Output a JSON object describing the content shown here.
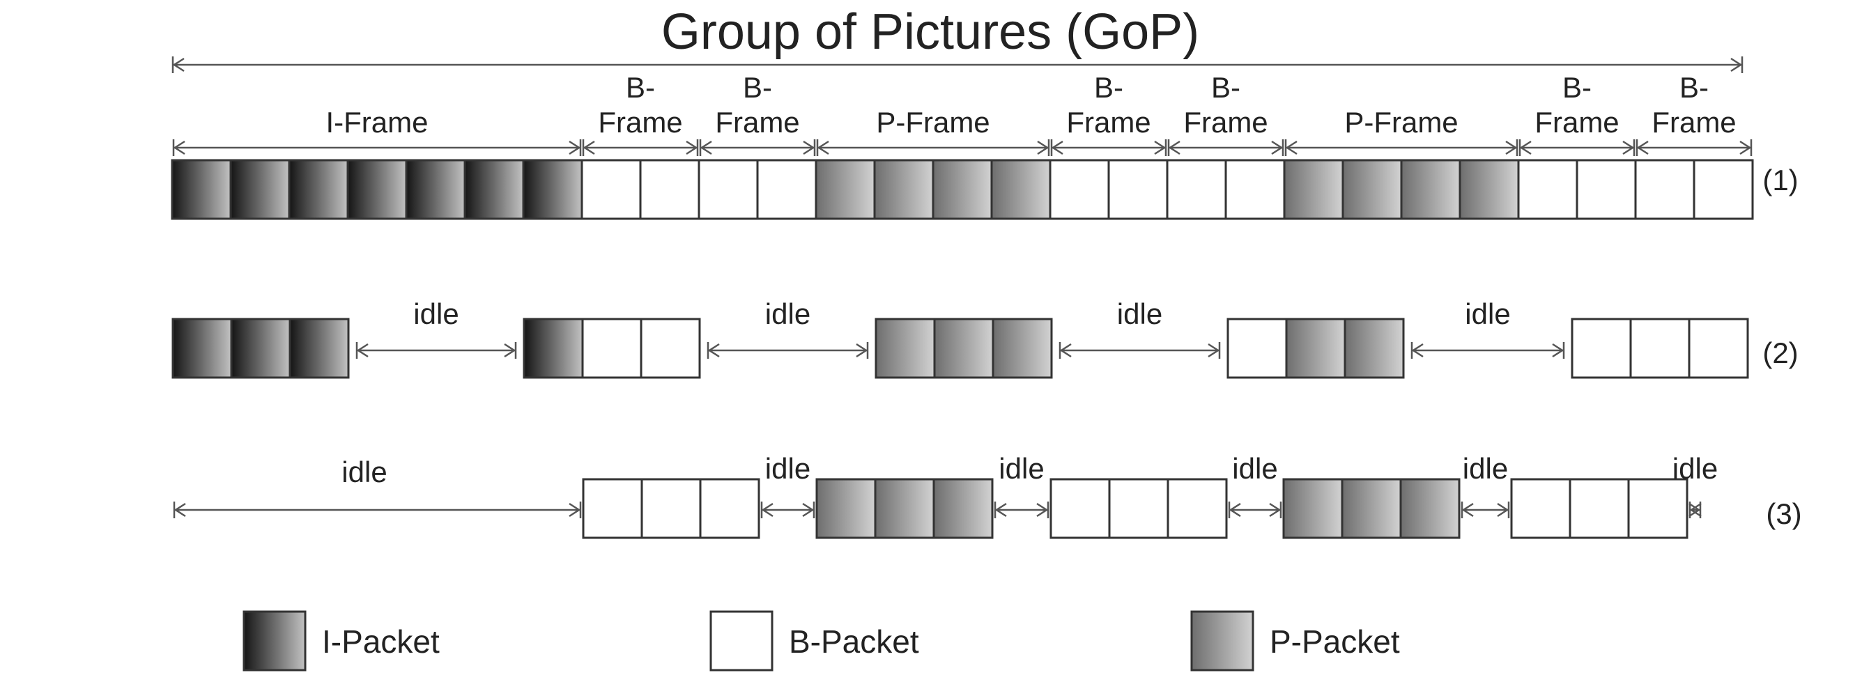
{
  "title": "Group of Pictures (GoP)",
  "frame_labels": [
    {
      "lines": [
        "I-Frame"
      ]
    },
    {
      "lines": [
        "B-",
        "Frame"
      ]
    },
    {
      "lines": [
        "B-",
        "Frame"
      ]
    },
    {
      "lines": [
        "P-Frame"
      ]
    },
    {
      "lines": [
        "B-",
        "Frame"
      ]
    },
    {
      "lines": [
        "B-",
        "Frame"
      ]
    },
    {
      "lines": [
        "P-Frame"
      ]
    },
    {
      "lines": [
        "B-",
        "Frame"
      ]
    },
    {
      "lines": [
        "B-",
        "Frame"
      ]
    }
  ],
  "rows": [
    {
      "label": "(1)",
      "sequence": [
        "I",
        "I",
        "I",
        "I",
        "I",
        "I",
        "I",
        "B",
        "B",
        "B",
        "B",
        "P",
        "P",
        "P",
        "P",
        "B",
        "B",
        "B",
        "B",
        "P",
        "P",
        "P",
        "P",
        "B",
        "B",
        "B",
        "B"
      ]
    },
    {
      "label": "(2)",
      "idle_label": "idle",
      "groups": [
        [
          "I",
          "I",
          "I"
        ],
        [
          "I",
          "B",
          "B"
        ],
        [
          "P",
          "P",
          "P"
        ],
        [
          "B",
          "P",
          "P"
        ],
        [
          "B",
          "B",
          "B"
        ]
      ]
    },
    {
      "label": "(3)",
      "idle_label": "idle",
      "groups": [
        [
          "B",
          "B",
          "B"
        ],
        [
          "P",
          "P",
          "P"
        ],
        [
          "B",
          "B",
          "B"
        ],
        [
          "P",
          "P",
          "P"
        ],
        [
          "B",
          "B",
          "B"
        ]
      ]
    }
  ],
  "legend": [
    {
      "type": "I",
      "label": "I-Packet"
    },
    {
      "type": "B",
      "label": "B-Packet"
    },
    {
      "type": "P",
      "label": "P-Packet"
    }
  ],
  "colors": {
    "i_packet_dark": "#151515",
    "i_packet_light": "#c2c2c2",
    "p_packet_dark": "#6e6e6e",
    "p_packet_light": "#d2d2d2",
    "b_packet": "#ffffff",
    "stroke": "#333333",
    "arrow": "#555555"
  }
}
